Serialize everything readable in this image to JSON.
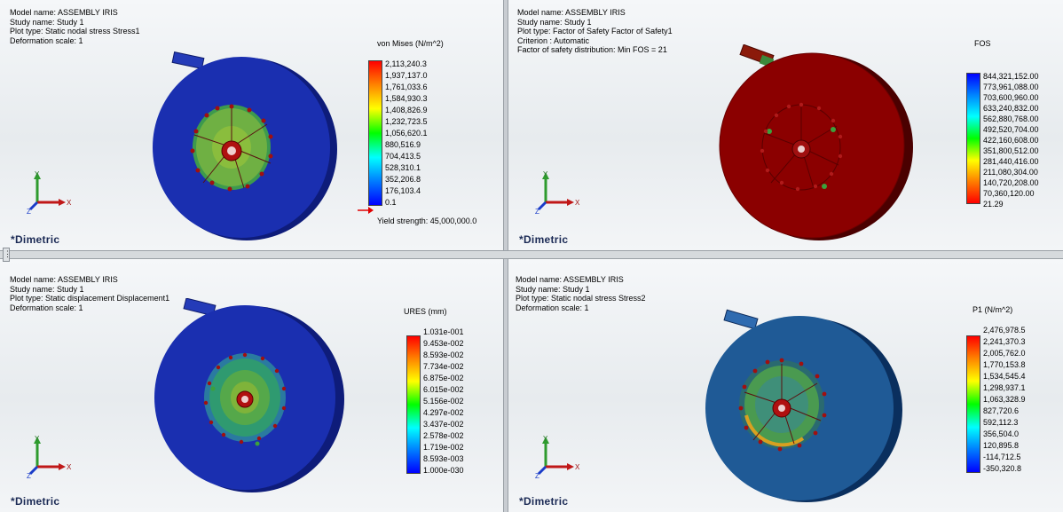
{
  "views": {
    "tl": {
      "info": [
        "Model name: ASSEMBLY IRIS",
        "Study name: Study 1",
        "Plot type: Static nodal stress Stress1",
        "Deformation scale: 1"
      ],
      "legend_title": "von Mises (N/m^2)",
      "ticks": [
        "2,113,240.3",
        "1,937,137.0",
        "1,761,033.6",
        "1,584,930.3",
        "1,408,826.9",
        "1,232,723.5",
        "1,056,620.1",
        "880,516.9",
        "704,413.5",
        "528,310.1",
        "352,206.8",
        "176,103.4",
        "0.1"
      ],
      "yield_strength": "Yield strength: 45,000,000.0",
      "view_label": "*Dimetric",
      "colormap": "red-to-blue"
    },
    "tr": {
      "info": [
        "Model name: ASSEMBLY IRIS",
        "Study name: Study 1",
        "Plot type: Factor of Safety Factor of Safety1",
        "Criterion : Automatic",
        "Factor of safety distribution: Min FOS = 21"
      ],
      "legend_title": "FOS",
      "ticks": [
        "844,321,152.00",
        "773,961,088.00",
        "703,600,960.00",
        "633,240,832.00",
        "562,880,768.00",
        "492,520,704.00",
        "422,160,608.00",
        "351,800,512.00",
        "281,440,416.00",
        "211,080,304.00",
        "140,720,208.00",
        "70,360,120.00",
        "21.29"
      ],
      "view_label": "*Dimetric",
      "colormap": "blue-to-red"
    },
    "bl": {
      "info": [
        "Model name: ASSEMBLY IRIS",
        "Study name: Study 1",
        "Plot type: Static displacement Displacement1",
        "Deformation scale: 1"
      ],
      "legend_title": "URES (mm)",
      "ticks": [
        "1.031e-001",
        "9.453e-002",
        "8.593e-002",
        "7.734e-002",
        "6.875e-002",
        "6.015e-002",
        "5.156e-002",
        "4.297e-002",
        "3.437e-002",
        "2.578e-002",
        "1.719e-002",
        "8.593e-003",
        "1.000e-030"
      ],
      "view_label": "*Dimetric",
      "colormap": "red-to-blue"
    },
    "br": {
      "info": [
        "Model name: ASSEMBLY IRIS",
        "Study name: Study 1",
        "Plot type: Static nodal stress Stress2",
        "Deformation scale: 1"
      ],
      "legend_title": "P1 (N/m^2)",
      "ticks": [
        "2,476,978.5",
        "2,241,370.3",
        "2,005,762.0",
        "1,770,153.8",
        "1,534,545.4",
        "1,298,937.1",
        "1,063,328.9",
        "827,720.6",
        "592,112.3",
        "356,504.0",
        "120,895.8",
        "-114,712.5",
        "-350,320.8"
      ],
      "view_label": "*Dimetric",
      "colormap": "red-to-blue"
    }
  },
  "triad": {
    "x": "X",
    "y": "Y",
    "z": "Z"
  },
  "colors": {
    "disk_blue": "#1a2fb0",
    "disk_red": "#8b0000",
    "disk_steel": "#1f5a96",
    "label_navy": "#1b2a55"
  }
}
